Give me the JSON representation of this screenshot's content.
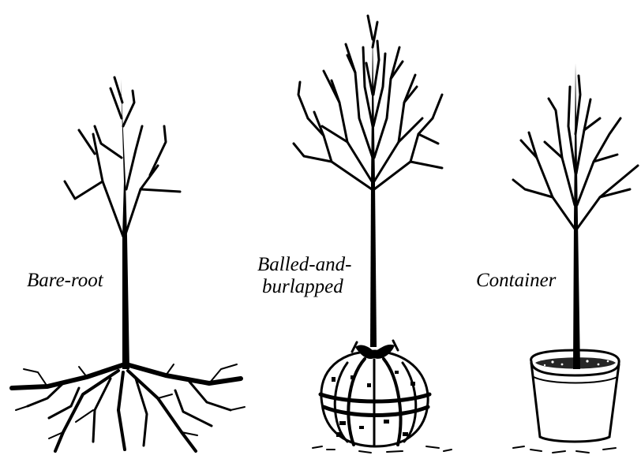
{
  "labels": {
    "bare_root": "Bare-root",
    "balled_line1": "Balled-and-",
    "balled_line2": "burlapped",
    "container": "Container"
  },
  "colors": {
    "ink": "#000000",
    "background": "#ffffff"
  }
}
